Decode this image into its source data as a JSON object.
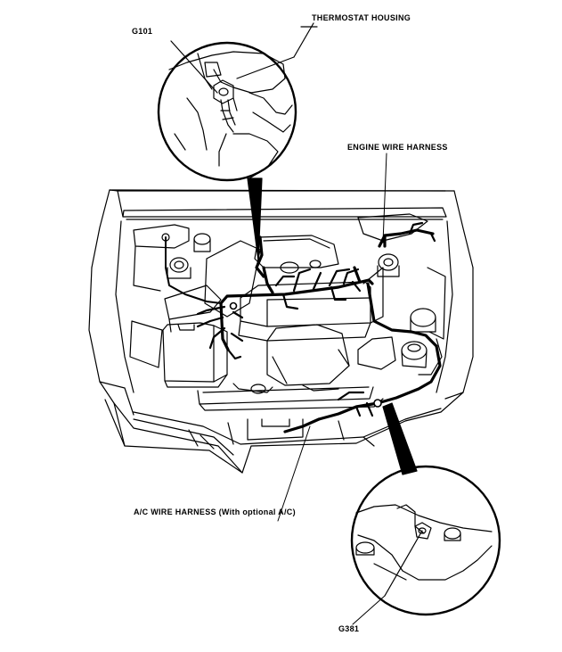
{
  "callouts": {
    "g101": "G101",
    "thermostat_housing": "THERMOSTAT HOUSING",
    "engine_wire_harness": "ENGINE WIRE HARNESS",
    "ac_wire_harness": "A/C WIRE HARNESS (With optional A/C)",
    "g381": "G381"
  },
  "colors": {
    "ink": "#000000",
    "paper": "#ffffff"
  }
}
